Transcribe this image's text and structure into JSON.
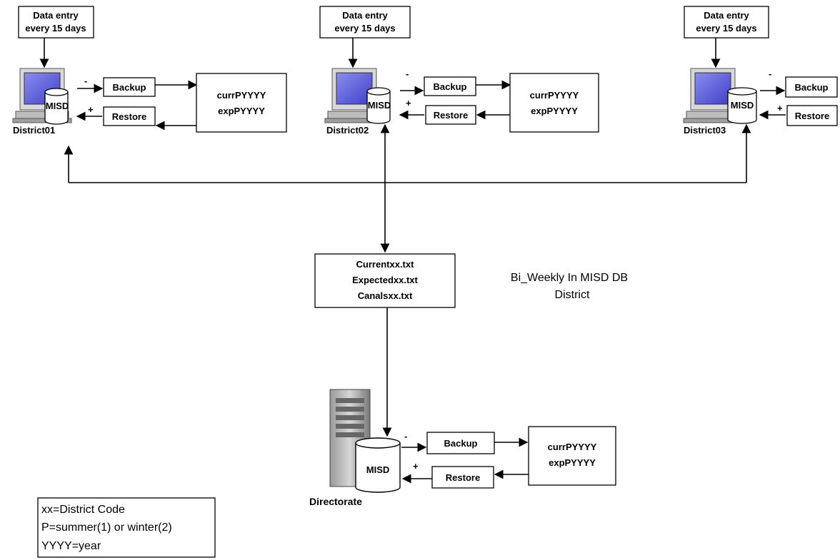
{
  "districts": [
    {
      "name": "District01",
      "data_entry": [
        "Data entry",
        "every 15 days"
      ],
      "db": "MISD",
      "backup": "Backup",
      "restore": "Restore",
      "minus": "-",
      "plus": "+",
      "files": [
        "currPYYYY",
        "expPYYYY"
      ]
    },
    {
      "name": "District02",
      "data_entry": [
        "Data entry",
        "every 15 days"
      ],
      "db": "MISD",
      "backup": "Backup",
      "restore": "Restore",
      "minus": "-",
      "plus": "+",
      "files": [
        "currPYYYY",
        "expPYYYY"
      ]
    },
    {
      "name": "District03",
      "data_entry": [
        "Data entry",
        "every 15 days"
      ],
      "db": "MISD",
      "backup": "Backup",
      "restore": "Restore",
      "minus": "-",
      "plus": "+"
    }
  ],
  "transfer_files": [
    "Currentxx.txt",
    "Expectedxx.txt",
    "Canalsxx.txt"
  ],
  "note": [
    "Bi_Weekly  In MISD DB",
    "District"
  ],
  "directorate": {
    "name": "Directorate",
    "db": "MISD",
    "backup": "Backup",
    "restore": "Restore",
    "minus": "-",
    "plus": "+",
    "files": [
      "currPYYYY",
      "expPYYYY"
    ]
  },
  "legend": [
    "xx=District Code",
    "P=summer(1) or winter(2)",
    "YYYY=year"
  ]
}
